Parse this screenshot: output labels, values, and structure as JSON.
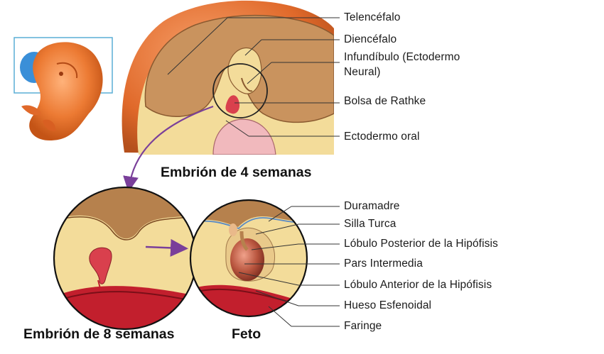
{
  "labels": {
    "telencefalo": "Telencéfalo",
    "diencefalo": "Diencéfalo",
    "infundibulo_1": "Infundíbulo (Ectodermo",
    "infundibulo_2": "Neural)",
    "bolsa_rathke": "Bolsa de Rathke",
    "ectodermo_oral": "Ectodermo oral",
    "duramadre": "Duramadre",
    "silla_turca": "Silla Turca",
    "lobulo_posterior": "Lóbulo Posterior de la Hipófisis",
    "pars_intermedia": "Pars Intermedia",
    "lobulo_anterior": "Lóbulo Anterior de la Hipófisis",
    "hueso_esfenoidal": "Hueso Esfenoidal",
    "faringe": "Faringe"
  },
  "captions": {
    "embrion_4": "Embrión de 4 semanas",
    "embrion_8": "Embrión de 8 semanas",
    "feto": "Feto"
  },
  "colors": {
    "brain": "#c9935e",
    "brain_outline": "#8a5a30",
    "embryo": "#e8702a",
    "yolk": "#f3dc9a",
    "tissue_pink": "#f1b9bd",
    "blood_red": "#c21f2d",
    "arrow_purple": "#7a3f9a",
    "frame_blue": "#5aaed6"
  }
}
